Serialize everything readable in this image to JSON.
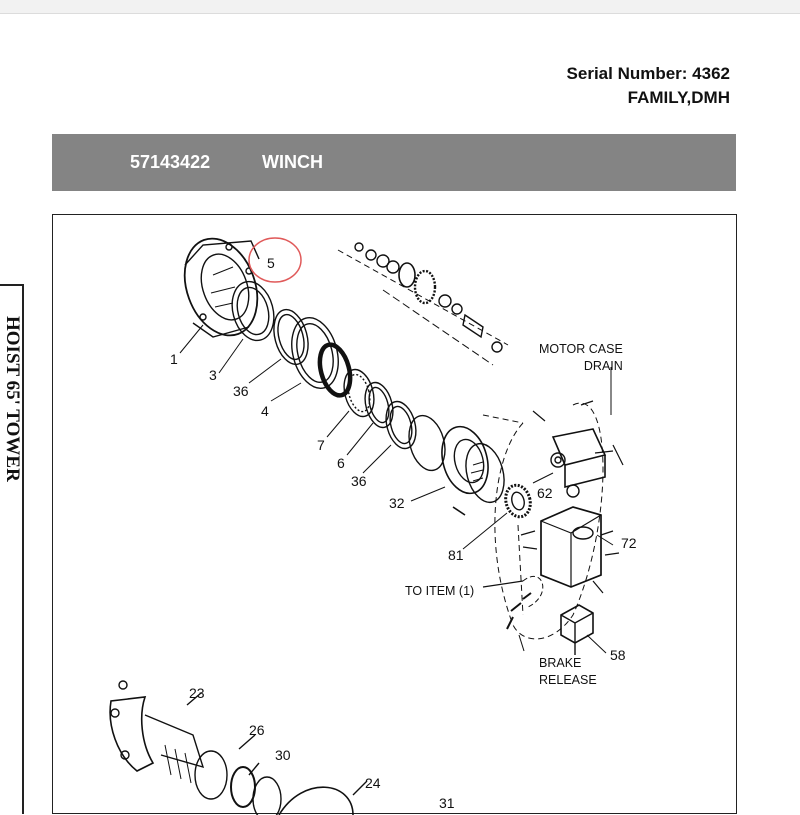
{
  "header": {
    "serial_line": "Serial Number: 4362",
    "model_line": "FAMILY,DMH"
  },
  "banner": {
    "part_number": "57143422",
    "title": "WINCH"
  },
  "side_tab": {
    "text": "HOIST 65' TOWER"
  },
  "diagram": {
    "callouts": {
      "c1": "1",
      "c3": "3",
      "c36a": "36",
      "c4": "4",
      "c5": "5",
      "c7": "7",
      "c6": "6",
      "c36b": "36",
      "c32": "32",
      "c62": "62",
      "c72": "72",
      "c81": "81",
      "c58": "58",
      "c23": "23",
      "c26": "26",
      "c30": "30",
      "c24": "24",
      "c31": "31",
      "motor_case_drain": "MOTOR CASE\nDRAIN",
      "to_item": "TO ITEM (1)",
      "brake_release": "BRAKE\nRELEASE"
    },
    "highlight_color": "#e05a5a"
  }
}
